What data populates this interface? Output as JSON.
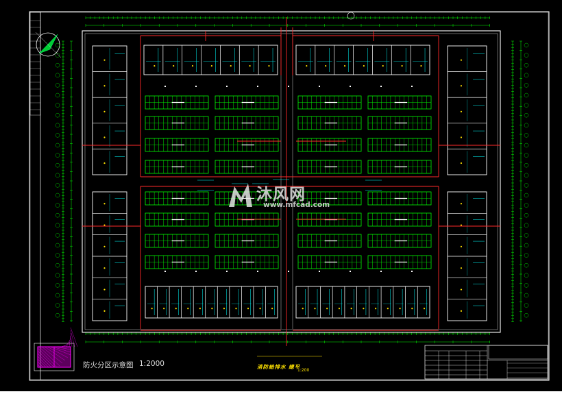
{
  "drawing": {
    "plan_title": "消防給排水 總平",
    "plan_scale": "1:200",
    "index_label": "防火分区示意图",
    "index_scale": "1:2000"
  },
  "watermark": {
    "cn": "沐风网",
    "en": "www.mfcad.com"
  },
  "colors": {
    "background": "#000000",
    "wall": "#ffffff",
    "grid": "#00ff00",
    "dimension": "#00ff00",
    "pipe": "#ff2a2a",
    "label": "#00ffff",
    "text": "#ffe200",
    "hatch": "#ff00ff"
  },
  "legend_icons": [
    "compass-icon",
    "fire-zone-index-hatch"
  ]
}
